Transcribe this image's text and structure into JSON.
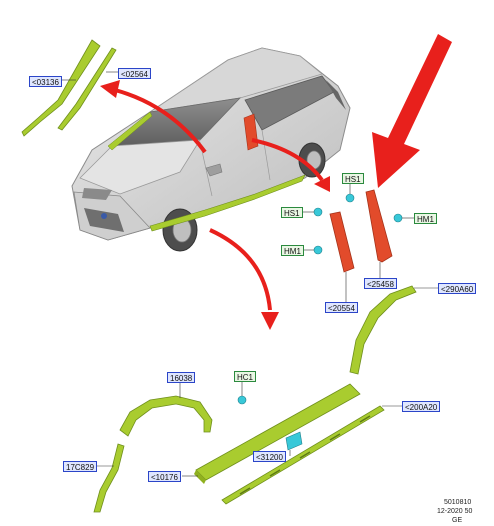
{
  "labels": {
    "c03136": "<03136",
    "c02564": "<02564",
    "hs1_top": "HS1",
    "hs1_left": "HS1",
    "hm1_right": "HM1",
    "hm1_left": "HM1",
    "c25458": "<25458",
    "c20554": "<20554",
    "c290a60": "<290A60",
    "c16038": "16038",
    "hc1": "HC1",
    "c200a20": "<200A20",
    "c17c829": "17C829",
    "c10176": "<10176",
    "c31200": "<31200"
  },
  "footer": {
    "line1": "5010810",
    "line2": "12-2020 50",
    "line3": "GE"
  },
  "colors": {
    "part_green": "#a9cc2f",
    "red_part": "#e24b2b",
    "arrow_red": "#e8201c",
    "label_blue": "#2b45c8",
    "label_green": "#2b8a3e",
    "clip_cyan": "#38c8d8"
  }
}
